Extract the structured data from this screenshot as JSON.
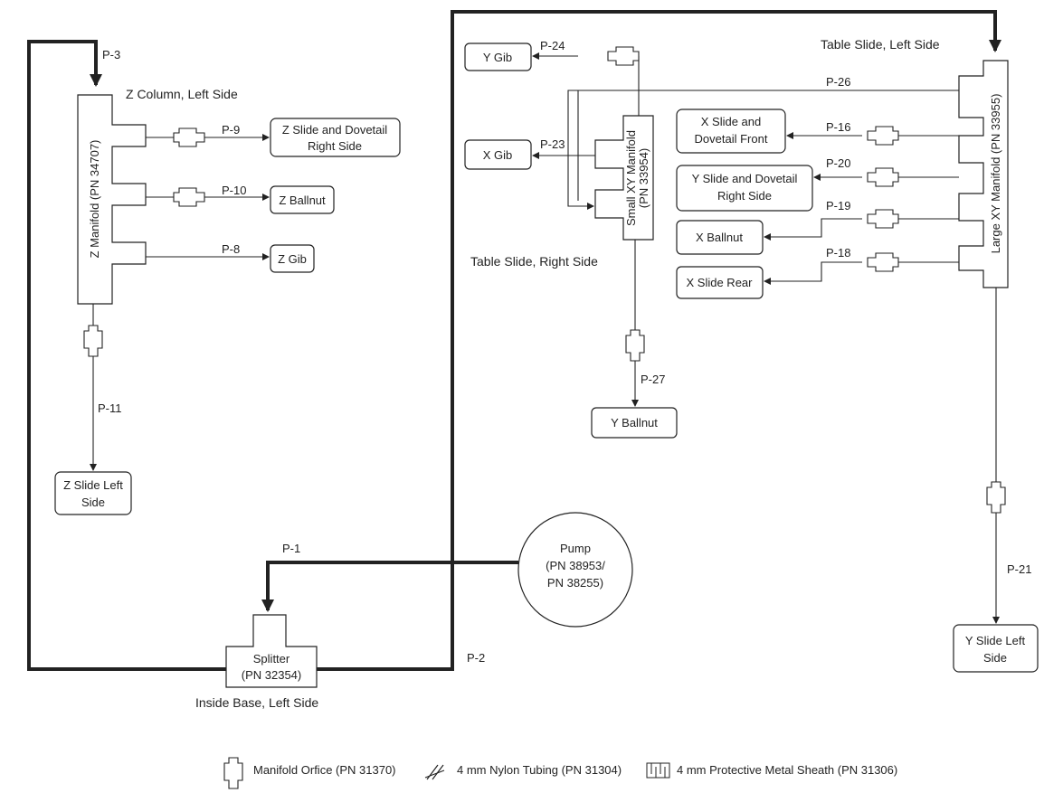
{
  "manifolds": {
    "z": "Z Manifold (PN 34707)",
    "small_xy_line1": "Small XY Manifold",
    "small_xy_line2": "(PN 33954)",
    "large_xy": "Large XY Manifold (PN 33955)"
  },
  "areas": {
    "z_column": "Z Column, Left Side",
    "table_left": "Table Slide, Left Side",
    "table_right": "Table Slide, Right Side",
    "inside_base": "Inside Base, Left Side"
  },
  "boxes": {
    "z_slide_dovetail": [
      "Z Slide and Dovetail",
      "Right Side"
    ],
    "z_ballnut": "Z Ballnut",
    "z_gib": "Z Gib",
    "z_slide_left": [
      "Z Slide Left",
      "Side"
    ],
    "y_gib": "Y Gib",
    "x_gib": "X Gib",
    "y_ballnut": "Y Ballnut",
    "x_slide_dovetail": [
      "X Slide and",
      "Dovetail Front"
    ],
    "y_slide_dovetail": [
      "Y Slide and Dovetail",
      "Right Side"
    ],
    "x_ballnut": "X Ballnut",
    "x_slide_rear": "X Slide Rear",
    "y_slide_left": [
      "Y Slide Left",
      "Side"
    ],
    "splitter": [
      "Splitter",
      "(PN 32354)"
    ],
    "pump": [
      "Pump",
      "(PN 38953/",
      "PN 38255)"
    ]
  },
  "lines": {
    "p1": "P-1",
    "p2": "P-2",
    "p3": "P-3",
    "p8": "P-8",
    "p9": "P-9",
    "p10": "P-10",
    "p11": "P-11",
    "p16": "P-16",
    "p18": "P-18",
    "p19": "P-19",
    "p20": "P-20",
    "p21": "P-21",
    "p23": "P-23",
    "p24": "P-24",
    "p26": "P-26",
    "p27": "P-27"
  },
  "legend": {
    "orifice": "Manifold Orfice (PN 31370)",
    "tubing": "4 mm Nylon Tubing (PN 31304)",
    "sheath": "4 mm Protective Metal Sheath (PN 31306)"
  }
}
